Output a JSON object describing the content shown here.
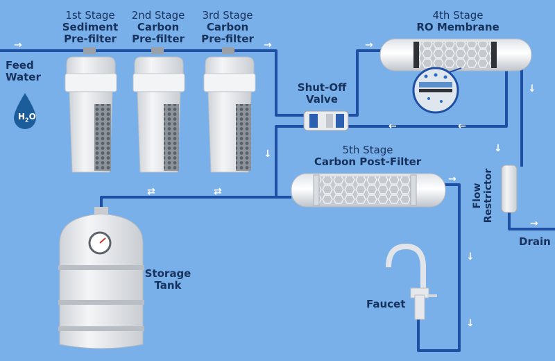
{
  "labels": {
    "feed_water": [
      "Feed",
      "Water"
    ],
    "h2o": "H",
    "h2o_sub": "2",
    "h2o_o": "O",
    "stage1": [
      "1st Stage",
      "Sediment",
      "Pre-filter"
    ],
    "stage2": [
      "2nd Stage",
      "Carbon",
      "Pre-filter"
    ],
    "stage3": [
      "3rd Stage",
      "Carbon",
      "Pre-filter"
    ],
    "stage4": [
      "4th Stage",
      "RO Membrane"
    ],
    "shutoff": [
      "Shut-Off",
      "Valve"
    ],
    "stage5": [
      "5th Stage",
      "Carbon Post-Filter"
    ],
    "flow_restrictor": [
      "Flow",
      "Restrictor"
    ],
    "drain": "Drain",
    "storage_tank": [
      "Storage",
      "Tank"
    ],
    "faucet": "Faucet"
  },
  "colors": {
    "background": "#7ab0ea",
    "pipe": "#1f4fa3",
    "label_text": "#16325c",
    "filter_body": "#e6e8eb",
    "droplet": "#1b5c9a",
    "arrow": "#ffffff"
  },
  "icons": {
    "droplet": "water-droplet-icon",
    "gauge": "pressure-gauge-icon",
    "arrow_right": "arrow-right-icon",
    "arrow_left": "arrow-left-icon",
    "arrow_down": "arrow-down-icon",
    "arrow_bidirectional": "arrow-bidirectional-icon"
  }
}
